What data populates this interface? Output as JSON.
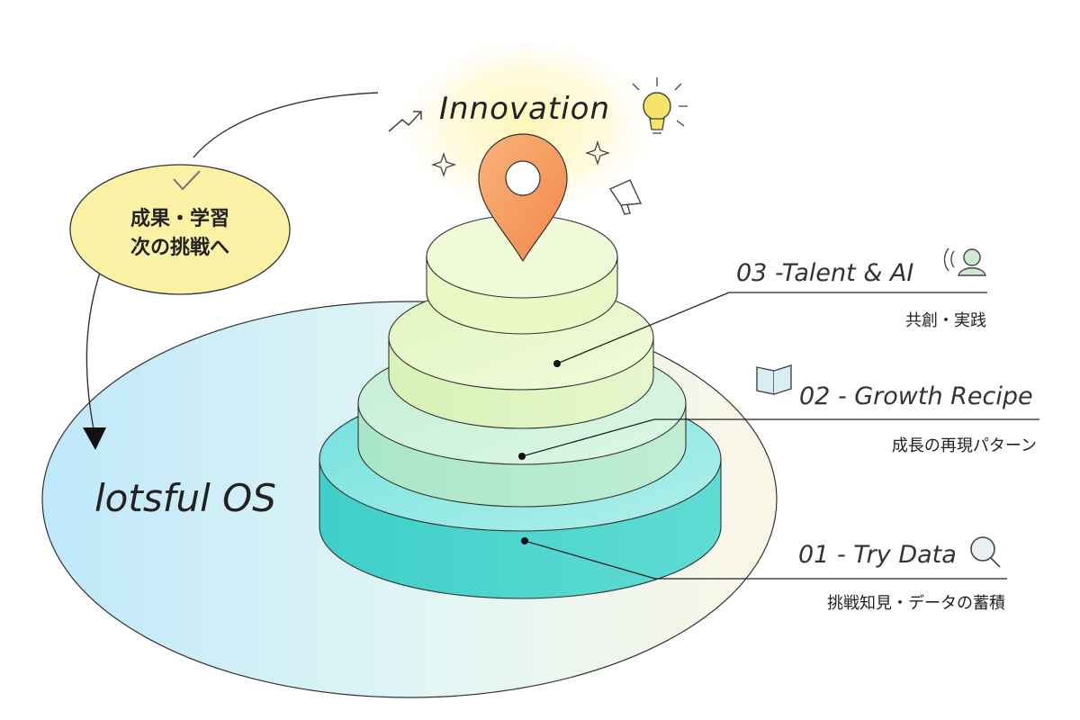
{
  "title": "Innovation",
  "base_label": "lotsful OS",
  "cycle_bubble": {
    "line1": "成果・学習",
    "line2": "次の挑戦へ"
  },
  "layers": [
    {
      "id": "03",
      "label": "03 -Talent & AI",
      "sub": "共創・実践",
      "icon": "person-speaking-icon"
    },
    {
      "id": "02",
      "label": "02 - Growth Recipe",
      "sub": "成長の再現パターン",
      "icon": "open-book-icon"
    },
    {
      "id": "01",
      "label": "01 - Try Data",
      "sub": "挑戦知見・データの蓄積",
      "icon": "magnifier-icon"
    }
  ],
  "colors": {
    "base_ellipse": "#cfeefa",
    "layer_top": "#eef9c8",
    "layer_mid": "#c8f0d6",
    "layer_bottom": "#5fdcd6",
    "bubble": "#fbf2a6",
    "pin": "#f59a5e",
    "glow": "#fff4b0"
  }
}
